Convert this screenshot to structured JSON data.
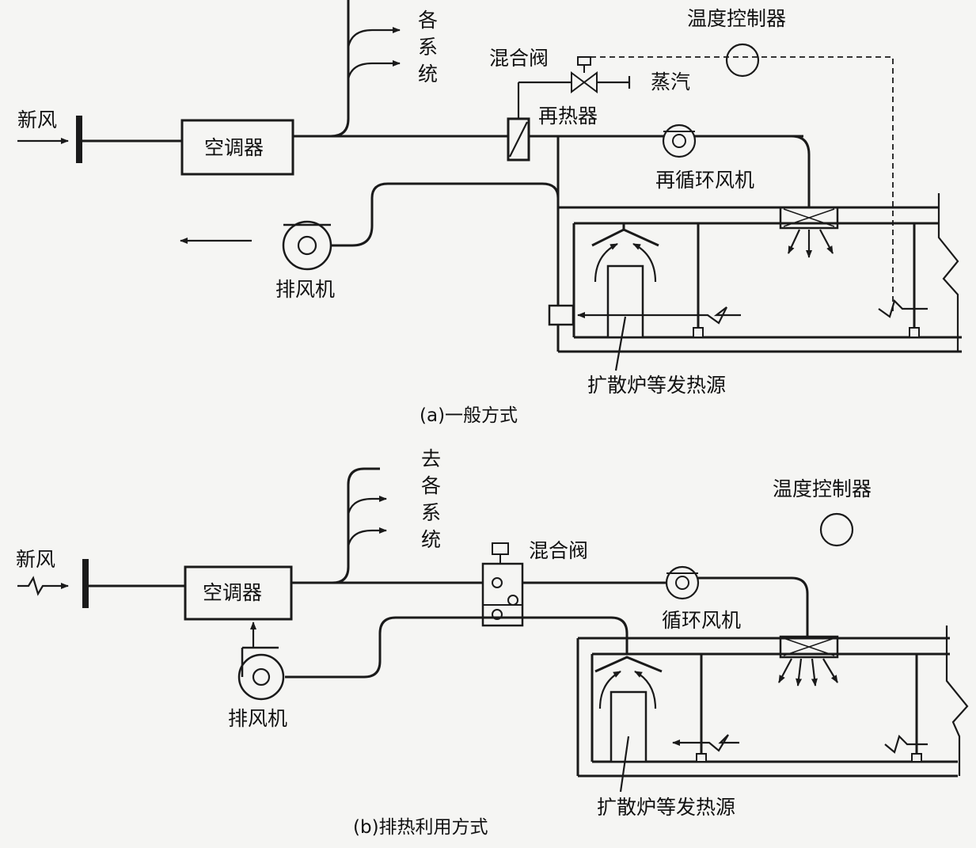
{
  "diagram_a": {
    "fresh_air": "新风",
    "ac_unit": "空调器",
    "to_systems": [
      "各",
      "系",
      "统"
    ],
    "mixing_valve": "混合阀",
    "steam": "蒸汽",
    "temp_controller": "温度控制器",
    "reheater": "再热器",
    "recirc_fan": "再循环风机",
    "exhaust_fan": "排风机",
    "heat_source": "扩散炉等发热源",
    "caption": "(a)一般方式"
  },
  "diagram_b": {
    "fresh_air": "新风",
    "ac_unit": "空调器",
    "to_systems": [
      "去",
      "各",
      "系",
      "统"
    ],
    "mixing_valve": "混合阀",
    "temp_controller": "温度控制器",
    "recirc_fan": "循环风机",
    "exhaust_fan": "排风机",
    "heat_source": "扩散炉等发热源",
    "caption": "(b)排热利用方式"
  }
}
